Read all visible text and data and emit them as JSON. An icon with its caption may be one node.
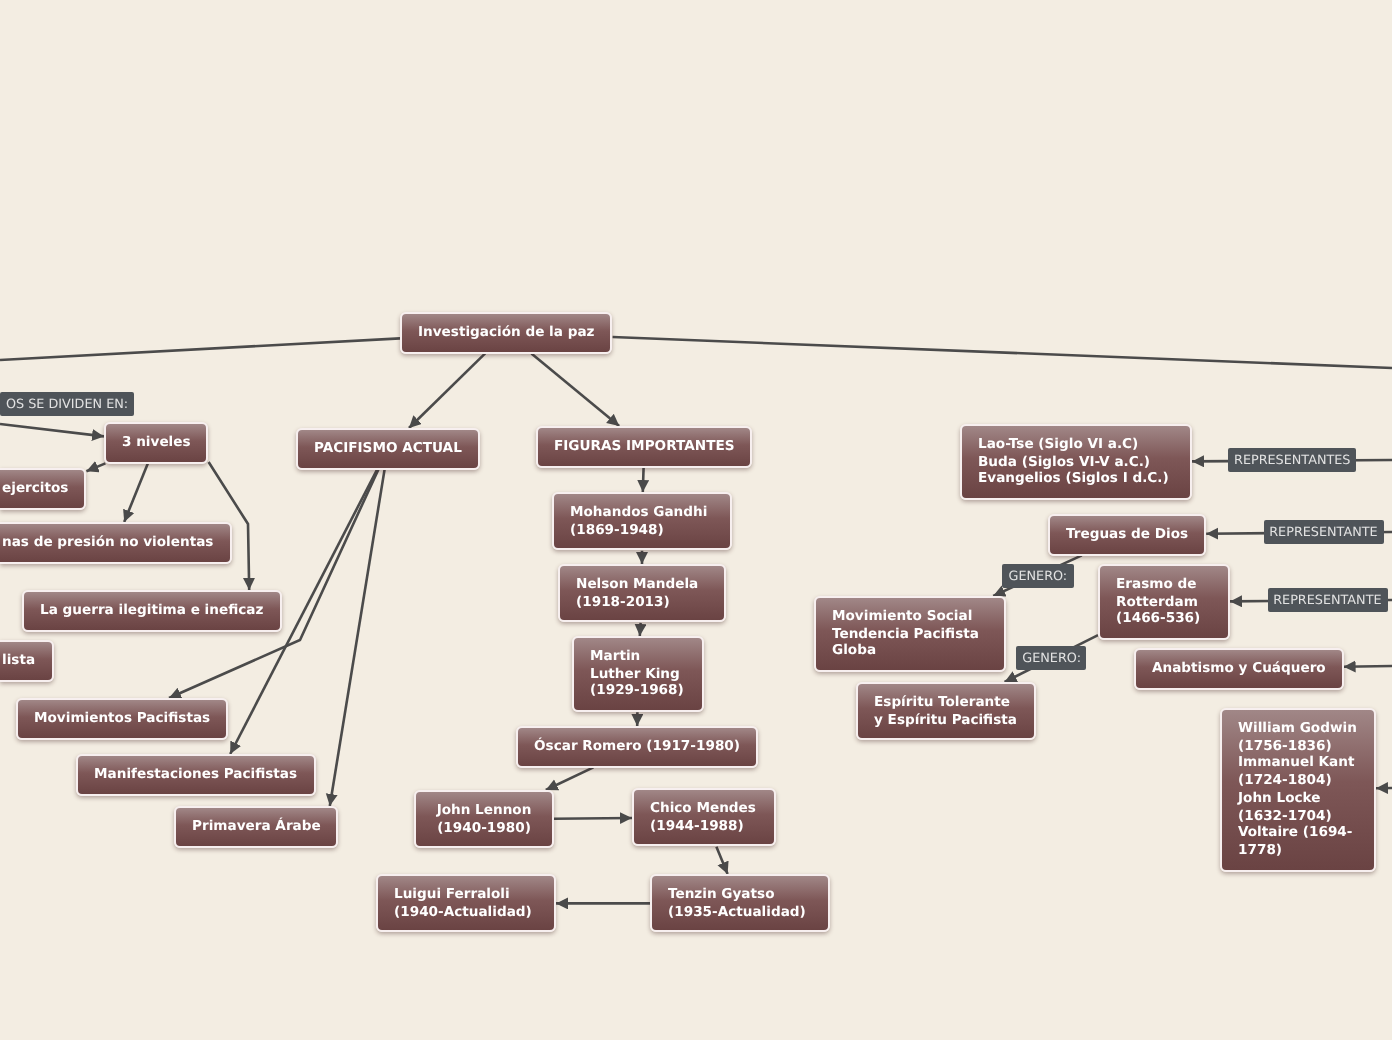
{
  "diagram": {
    "nodes": [
      {
        "text": [
          "Investigación de la paz"
        ]
      },
      {
        "text": [
          "PACIFISMO ACTUAL"
        ]
      },
      {
        "text": [
          "FIGURAS IMPORTANTES"
        ]
      },
      {
        "text": [
          "3 niveles"
        ]
      },
      {
        "text": [
          "ejercitos"
        ]
      },
      {
        "text": [
          "nas de presión no violentas"
        ]
      },
      {
        "text": [
          "La guerra ilegitima e ineficaz"
        ]
      },
      {
        "text": [
          "lista"
        ]
      },
      {
        "text": [
          "Movimientos Pacifistas"
        ]
      },
      {
        "text": [
          "Manifestaciones Pacifistas"
        ]
      },
      {
        "text": [
          "Primavera Árabe"
        ]
      },
      {
        "text": [
          "Mohandos Gandhi (1869-1948)"
        ]
      },
      {
        "text": [
          "Nelson Mandela (1918-2013)"
        ]
      },
      {
        "text": [
          "Martin Luther King (1929-1968)"
        ]
      },
      {
        "text": [
          "Óscar Romero (1917-1980)"
        ]
      },
      {
        "text": [
          "John Lennon (1940-1980)"
        ]
      },
      {
        "text": [
          "Chico Mendes (1944-1988)"
        ]
      },
      {
        "text": [
          "Tenzin Gyatso (1935-Actualidad)"
        ]
      },
      {
        "text": [
          "Luigui Ferraloli (1940-Actualidad)"
        ]
      },
      {
        "text": [
          "Lao-Tse (Siglo VI a.C)",
          "Buda (Siglos VI-V a.C.)",
          "Evangelios (Siglos I d.C.)"
        ]
      },
      {
        "text": [
          "Treguas de Dios"
        ]
      },
      {
        "text": [
          "Erasmo de Rotterdam (1466-536)"
        ]
      },
      {
        "text": [
          "Movimiento Social",
          "Tendencia Pacifista Globa"
        ]
      },
      {
        "text": [
          "Espíritu Tolerante y Espíritu Pacifista"
        ]
      },
      {
        "text": [
          "Anabtismo y Cuáquero"
        ]
      },
      {
        "text": [
          "William Godwin (1756-1836)",
          "Immanuel Kant (1724-1804)",
          "John Locke (1632-1704)",
          "Voltaire (1694-1778)"
        ]
      }
    ],
    "edges": [
      {
        "from": 0,
        "to": null,
        "arrow": "none"
      },
      {
        "from": 0,
        "to": null,
        "arrow": "none"
      },
      {
        "from": 0,
        "to": 1,
        "arrow": "to"
      },
      {
        "from": 0,
        "to": 2,
        "arrow": "to"
      },
      {
        "from": null,
        "to": 3,
        "arrow": "to",
        "label": "OS SE DIVIDEN EN:"
      },
      {
        "from": 3,
        "to": 4,
        "arrow": "to"
      },
      {
        "from": 3,
        "to": 5,
        "arrow": "to"
      },
      {
        "from": 3,
        "to": 6,
        "arrow": "to"
      },
      {
        "from": 1,
        "to": 8,
        "arrow": "to"
      },
      {
        "from": 1,
        "to": 9,
        "arrow": "to"
      },
      {
        "from": 1,
        "to": 10,
        "arrow": "to"
      },
      {
        "from": 2,
        "to": 11,
        "arrow": "to"
      },
      {
        "from": 11,
        "to": 12,
        "arrow": "to"
      },
      {
        "from": 12,
        "to": 13,
        "arrow": "to"
      },
      {
        "from": 13,
        "to": 14,
        "arrow": "to"
      },
      {
        "from": 14,
        "to": 15,
        "arrow": "to"
      },
      {
        "from": 15,
        "to": 16,
        "arrow": "to"
      },
      {
        "from": 16,
        "to": 17,
        "arrow": "to"
      },
      {
        "from": 17,
        "to": 18,
        "arrow": "to"
      },
      {
        "from": null,
        "to": 19,
        "arrow": "to",
        "label": "REPRESENTANTES"
      },
      {
        "from": null,
        "to": 20,
        "arrow": "to",
        "label": "REPRESENTANTE"
      },
      {
        "from": null,
        "to": 21,
        "arrow": "to",
        "label": "REPRESENTANTE"
      },
      {
        "from": 20,
        "to": 22,
        "arrow": "to",
        "label": "GENERO:"
      },
      {
        "from": 21,
        "to": 23,
        "arrow": "to",
        "label": "GENERO:"
      },
      {
        "from": null,
        "to": 24,
        "arrow": "to"
      },
      {
        "from": null,
        "to": 25,
        "arrow": "to"
      }
    ]
  }
}
